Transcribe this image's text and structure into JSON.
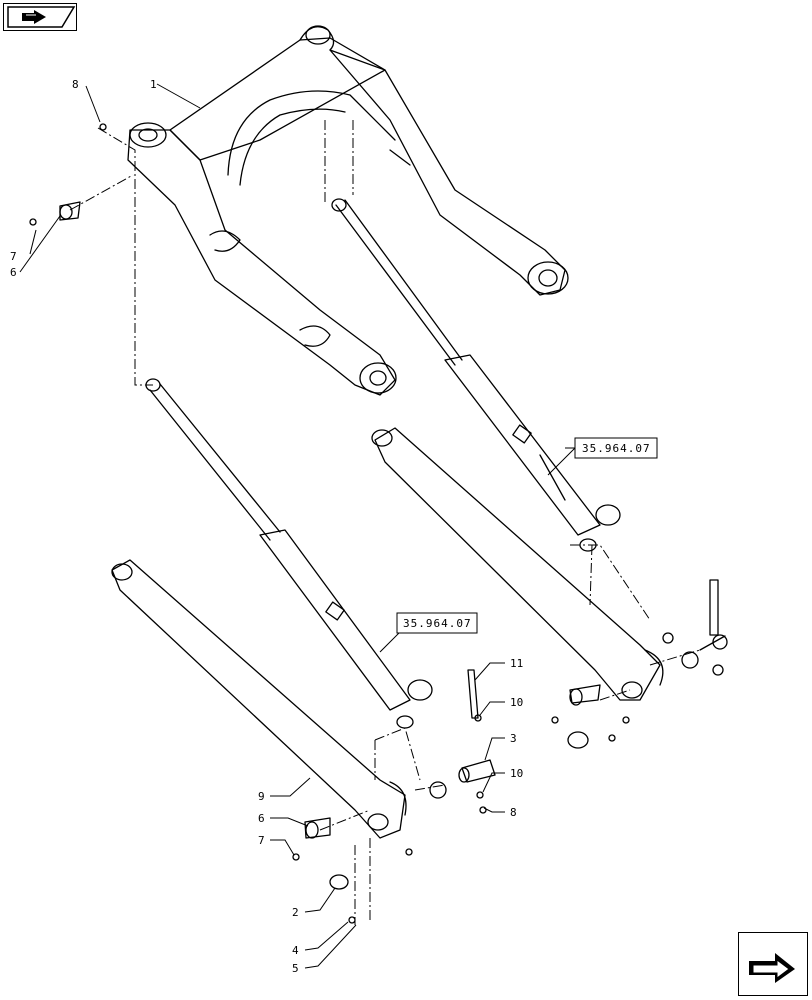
{
  "callouts": {
    "c1": "1",
    "c2": "2",
    "c3": "3",
    "c4": "4",
    "c5": "5",
    "c6a": "6",
    "c6b": "6",
    "c7a": "7",
    "c7b": "7",
    "c8a": "8",
    "c8b": "8",
    "c9": "9",
    "c10a": "10",
    "c10b": "10",
    "c11": "11"
  },
  "references": {
    "ref_upper": "35.964.07",
    "ref_lower": "35.964.07"
  },
  "icons": {
    "top_left": "previous-page-icon",
    "bottom_right": "next-page-icon"
  }
}
